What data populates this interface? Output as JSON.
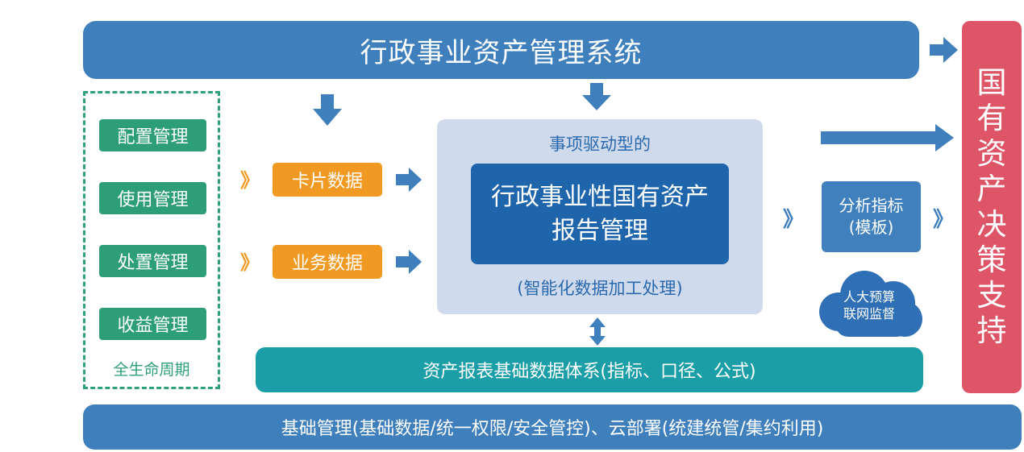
{
  "top": {
    "title": "行政事业资产管理系统"
  },
  "right": {
    "chars": [
      "国",
      "有",
      "资",
      "产",
      "决",
      "策",
      "支",
      "持"
    ]
  },
  "lifecycle": {
    "items": [
      "配置管理",
      "使用管理",
      "处置管理",
      "收益管理"
    ],
    "label": "全生命周期"
  },
  "chevrons": {
    "symbol": "》"
  },
  "data_sources": [
    "卡片数据",
    "业务数据"
  ],
  "center": {
    "subtitle": "事项驱动型的",
    "title_lines": [
      "行政事业性国有资产",
      "报告管理"
    ],
    "note": "(智能化数据加工处理)"
  },
  "analysis": {
    "lines": [
      "分析指标",
      "(模板)"
    ]
  },
  "cloud": {
    "lines": [
      "人大预算",
      "联网监督"
    ]
  },
  "base": {
    "label": "资产报表基础数据体系(指标、口径、公式)"
  },
  "bottom": {
    "label": "基础管理(基础数据/统一权限/安全管控)、云部署(统建统管/集约利用)"
  },
  "colors": {
    "blue": "#3f7fbc",
    "dark_blue": "#1f65ac",
    "red": "#dd5566",
    "green": "#2e9e79",
    "orange": "#f09a24",
    "teal": "#1b9ea7",
    "light_panel": "#cfdaec"
  }
}
